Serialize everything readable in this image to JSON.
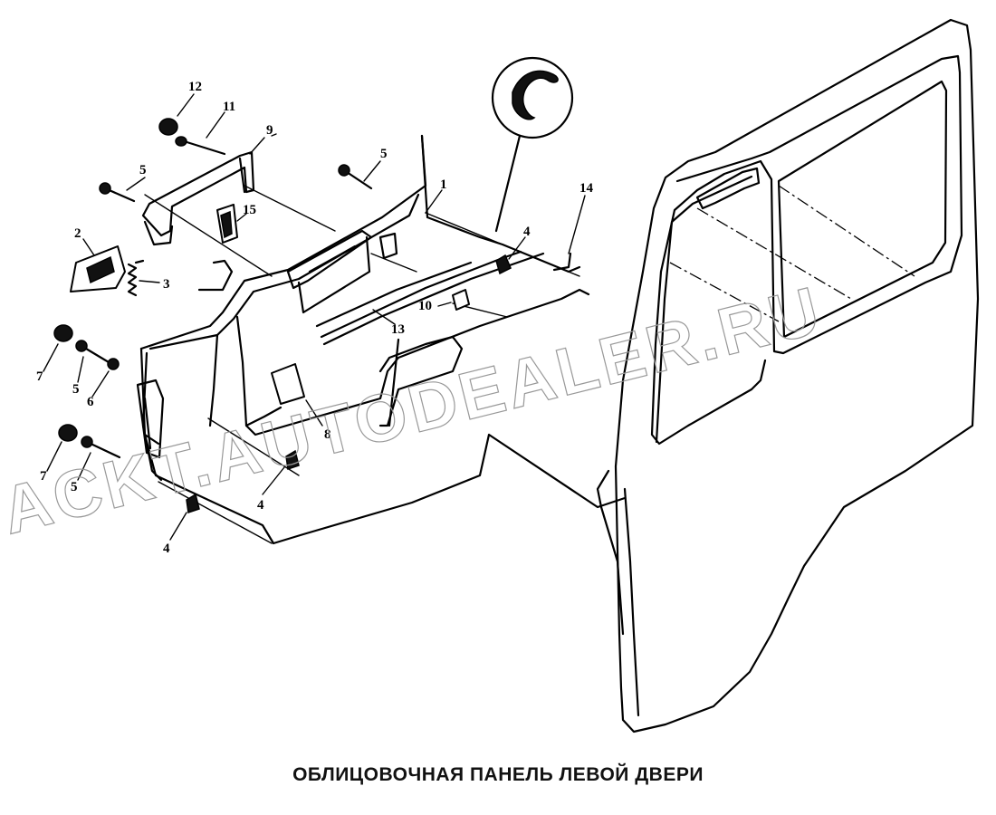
{
  "caption": "ОБЛИЦОВОЧНАЯ ПАНЕЛЬ ЛЕВОЙ ДВЕРИ",
  "watermark": "ACKT.AUTODEALER.RU",
  "callouts": [
    {
      "id": "c12",
      "text": "12"
    },
    {
      "id": "c11",
      "text": "11"
    },
    {
      "id": "c9",
      "text": "9"
    },
    {
      "id": "c5a",
      "text": "5"
    },
    {
      "id": "c5b",
      "text": "5"
    },
    {
      "id": "c15",
      "text": "15"
    },
    {
      "id": "c1",
      "text": "1"
    },
    {
      "id": "c14",
      "text": "14"
    },
    {
      "id": "c4a",
      "text": "4"
    },
    {
      "id": "c2",
      "text": "2"
    },
    {
      "id": "c3",
      "text": "3"
    },
    {
      "id": "c10",
      "text": "10"
    },
    {
      "id": "c13",
      "text": "13"
    },
    {
      "id": "c7a",
      "text": "7"
    },
    {
      "id": "c5c",
      "text": "5"
    },
    {
      "id": "c6",
      "text": "6"
    },
    {
      "id": "c8",
      "text": "8"
    },
    {
      "id": "c7b",
      "text": "7"
    },
    {
      "id": "c5d",
      "text": "5"
    },
    {
      "id": "c4b",
      "text": "4"
    },
    {
      "id": "c4c",
      "text": "4"
    }
  ]
}
